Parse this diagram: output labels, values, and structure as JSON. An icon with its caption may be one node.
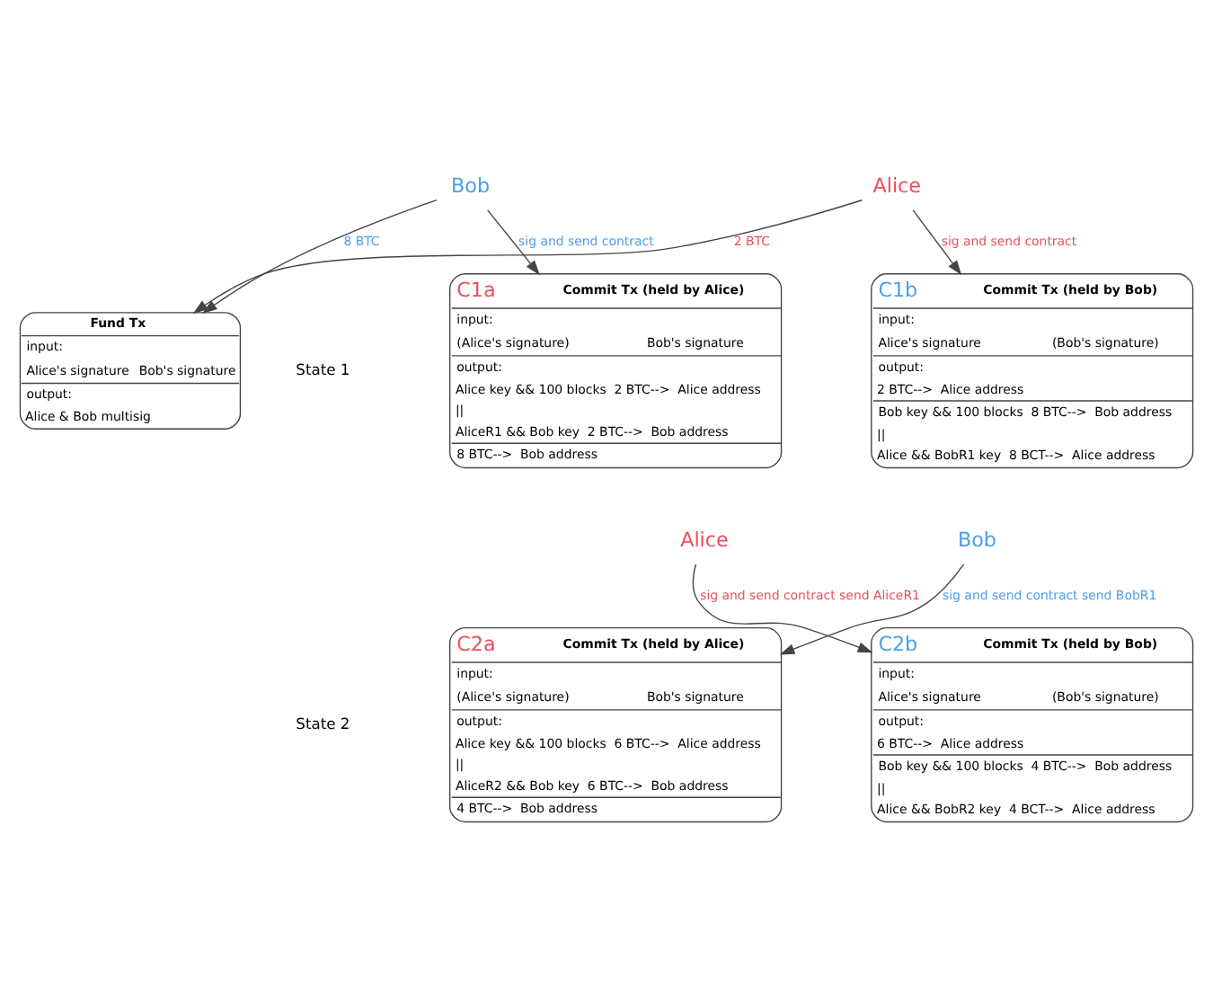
{
  "diagram": {
    "nodes": [
      {
        "text": [
          "Fund Tx",
          "input:",
          "Alice's signature",
          "Bob's signature",
          "output:",
          "Alice & Bob multisig"
        ]
      },
      {
        "text": [
          "Alice"
        ]
      },
      {
        "text": [
          "Bob"
        ]
      },
      {
        "text": [
          "C1a",
          "Commit Tx (held by Alice)",
          "input:",
          "(Alice's signature)",
          "Bob's signature",
          "output:",
          "Alice key && 100 blocks  2 BTC-->  Alice address",
          "||",
          "AliceR1 && Bob key  2 BTC-->  Bob address",
          "8 BTC-->  Bob address"
        ]
      },
      {
        "text": [
          "C1b",
          "Commit Tx (held by Bob)",
          "input:",
          "Alice's signature",
          "(Bob's signature)",
          "output:",
          "2 BTC-->  Alice address",
          "Bob key && 100 blocks  8 BTC-->  Bob address",
          "||",
          "Alice && BobR1 key  8 BCT-->  Alice address"
        ]
      },
      {
        "text": [
          "Alice"
        ]
      },
      {
        "text": [
          "Bob"
        ]
      },
      {
        "text": [
          "C2a",
          "Commit Tx (held by Alice)",
          "input:",
          "(Alice's signature)",
          "Bob's signature",
          "output:",
          "Alice key && 100 blocks  6 BTC-->  Alice address",
          "||",
          "AliceR2 && Bob key  6 BTC-->  Bob address",
          "4 BTC-->  Bob address"
        ]
      },
      {
        "text": [
          "C2b",
          "Commit Tx (held by Bob)",
          "input:",
          "Alice's signature",
          "(Bob's signature)",
          "output:",
          "6 BTC-->  Alice address",
          "Bob key && 100 blocks  4 BTC-->  Bob address",
          "||",
          "Alice && BobR2 key  4 BCT-->  Alice address"
        ]
      }
    ],
    "edges": [
      {
        "from": 1,
        "to": 0,
        "arrow": "to",
        "label": "2 BTC"
      },
      {
        "from": 2,
        "to": 0,
        "arrow": "to",
        "label": "8 BTC"
      },
      {
        "from": 2,
        "to": 3,
        "arrow": "to",
        "label": "sig and send contract"
      },
      {
        "from": 1,
        "to": 4,
        "arrow": "to",
        "label": "sig and send contract"
      },
      {
        "from": 6,
        "to": 7,
        "arrow": "to",
        "label": "sig and send contract send BobR1"
      },
      {
        "from": 5,
        "to": 8,
        "arrow": "to",
        "label": "sig and send contract send AliceR1"
      }
    ],
    "labels": [
      "State 1",
      "State 2"
    ]
  }
}
